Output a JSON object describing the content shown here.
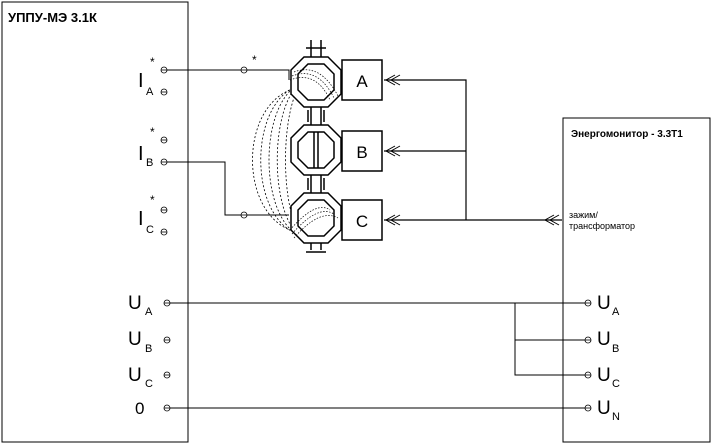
{
  "left_device": {
    "title": "УППУ-МЭ 3.1К",
    "current_terminals": [
      {
        "letter": "I",
        "sub": "A",
        "star": "*"
      },
      {
        "letter": "I",
        "sub": "B",
        "star": "*"
      },
      {
        "letter": "I",
        "sub": "C",
        "star": "*"
      }
    ],
    "voltage_terminals": [
      {
        "letter": "U",
        "sub": "A"
      },
      {
        "letter": "U",
        "sub": "B"
      },
      {
        "letter": "U",
        "sub": "C"
      },
      {
        "letter": "0",
        "sub": ""
      }
    ]
  },
  "clamps": {
    "labels": [
      "A",
      "B",
      "C"
    ],
    "wire_star": "*"
  },
  "right_device": {
    "title": "Энергомонитор - 3.3Т1",
    "clamp_input_label": [
      "зажим/",
      "трансформатор"
    ],
    "voltage_terminals": [
      {
        "letter": "U",
        "sub": "A"
      },
      {
        "letter": "U",
        "sub": "B"
      },
      {
        "letter": "U",
        "sub": "C"
      },
      {
        "letter": "U",
        "sub": "N"
      }
    ]
  }
}
